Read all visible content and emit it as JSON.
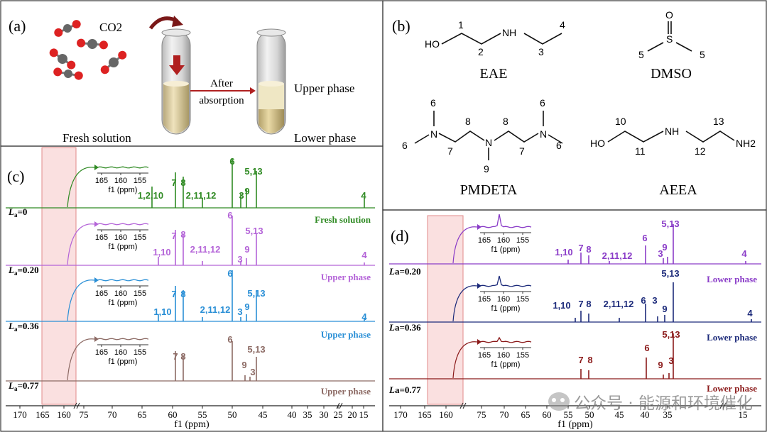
{
  "panel_a": {
    "label": "(a)",
    "co2": "CO2",
    "arrow_label_1": "After",
    "arrow_label_2": "absorption",
    "upper_phase": "Upper phase",
    "lower_phase": "Lower phase",
    "fresh_solution": "Fresh solution"
  },
  "panel_b": {
    "label": "(b)",
    "molecules": [
      {
        "name": "EAE",
        "atoms": [
          "HO",
          "NH",
          "1",
          "2",
          "3",
          "4"
        ]
      },
      {
        "name": "DMSO",
        "atoms": [
          "O",
          "S",
          "5",
          "5"
        ]
      },
      {
        "name": "PMDETA",
        "atoms": [
          "6",
          "6",
          "6",
          "6",
          "7",
          "7",
          "8",
          "8",
          "9",
          "N",
          "N",
          "N"
        ]
      },
      {
        "name": "AEEA",
        "atoms": [
          "HO",
          "NH",
          "NH2",
          "10",
          "11",
          "12",
          "13"
        ]
      }
    ]
  },
  "panel_c": {
    "label": "(c)",
    "x_axis_label": "f1 (ppm)",
    "ticks": [
      "170",
      "165",
      "160",
      "75",
      "70",
      "65",
      "60",
      "55",
      "50",
      "45",
      "40",
      "35",
      "30",
      "25",
      "20",
      "15"
    ],
    "inset_ticks": [
      "165",
      "160",
      "155"
    ],
    "inset_xlabel": "f1 (ppm)",
    "spectra": [
      {
        "load_prefix": "L",
        "load_sub": "a",
        "load_value": "=0",
        "phase": "Fresh solution",
        "color": "#2f8a23",
        "peaks": [
          "1,2,10",
          "7",
          "8",
          "2,11,12",
          "6",
          "3",
          "9",
          "5,13",
          "4"
        ]
      },
      {
        "load_prefix": "L",
        "load_sub": "a",
        "load_value": "=0.20",
        "phase": "Upper phase",
        "color": "#b464d8",
        "peaks": [
          "1,10",
          "7",
          "8",
          "2,11,12",
          "6",
          "3",
          "9",
          "5,13",
          "4"
        ]
      },
      {
        "load_prefix": "L",
        "load_sub": "a",
        "load_value": "=0.36",
        "phase": "Upper phase",
        "color": "#2a8fd6",
        "peaks": [
          "1,10",
          "7",
          "8",
          "2,11,12",
          "6",
          "3",
          "9",
          "5,13",
          "4"
        ]
      },
      {
        "load_prefix": "L",
        "load_sub": "a",
        "load_value": "=0.77",
        "phase": "Upper phase",
        "color": "#8c6a64",
        "peaks": [
          "7",
          "8",
          "6",
          "9",
          "3",
          "5,13"
        ]
      }
    ]
  },
  "panel_d": {
    "label": "(d)",
    "x_axis_label": "f1 (ppm)",
    "ticks": [
      "170",
      "165",
      "160",
      "75",
      "70",
      "65",
      "60",
      "55",
      "50",
      "45",
      "40",
      "35",
      "15"
    ],
    "inset_ticks": [
      "165",
      "160",
      "155"
    ],
    "inset_xlabel": "f1 (ppm)",
    "spectra": [
      {
        "load_prefix": "L",
        "load_sub": "a",
        "load_value": "=0.20",
        "phase": "Lower phase",
        "color": "#8a3cc8",
        "peaks": [
          "1,10",
          "7",
          "8",
          "2,11,12",
          "6",
          "3",
          "9",
          "5,13",
          "4"
        ]
      },
      {
        "load_prefix": "L",
        "load_sub": "a",
        "load_value": "=0.36",
        "phase": "Lower phase",
        "color": "#1c2a7a",
        "peaks": [
          "1,10",
          "7",
          "8",
          "2,11,12",
          "6",
          "3",
          "9",
          "5,13",
          "4"
        ]
      },
      {
        "load_prefix": "L",
        "load_sub": "a",
        "load_value": "=0.77",
        "phase": "Lower phase",
        "color": "#8b1a1a",
        "peaks": [
          "7",
          "8",
          "6",
          "9",
          "3",
          "5,13"
        ]
      }
    ]
  },
  "watermark": "公众号 · 能源和环境催化"
}
